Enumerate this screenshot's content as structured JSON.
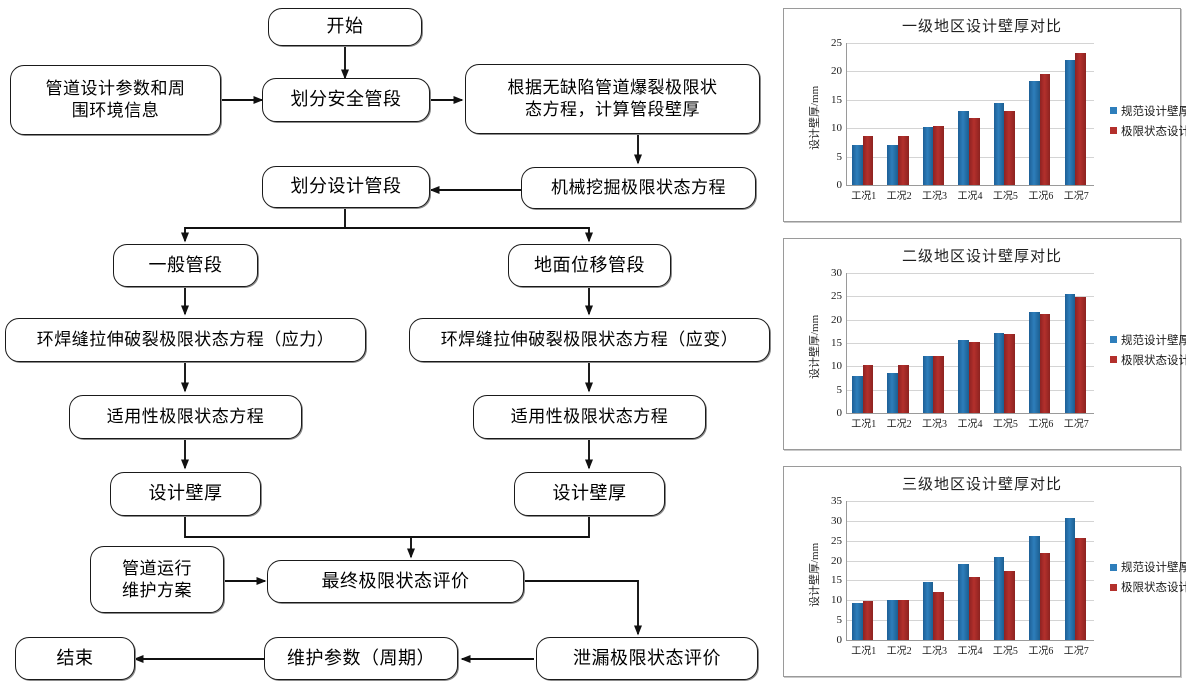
{
  "flowchart": {
    "nodes": [
      {
        "id": "start",
        "label": "开始"
      },
      {
        "id": "params",
        "label": "管道设计参数和周\n围环境信息"
      },
      {
        "id": "safe-seg",
        "label": "划分安全管段"
      },
      {
        "id": "burst-eq",
        "label": "根据无缺陷管道爆裂极限状\n态方程，计算管段壁厚"
      },
      {
        "id": "design-seg",
        "label": "划分设计管段"
      },
      {
        "id": "excavation-eq",
        "label": "机械挖掘极限状态方程"
      },
      {
        "id": "general-seg",
        "label": "一般管段"
      },
      {
        "id": "ground-disp-seg",
        "label": "地面位移管段"
      },
      {
        "id": "weld-stress-eq",
        "label": "环焊缝拉伸破裂极限状态方程（应力）"
      },
      {
        "id": "weld-strain-eq",
        "label": "环焊缝拉伸破裂极限状态方程（应变）"
      },
      {
        "id": "service-eq-left",
        "label": "适用性极限状态方程"
      },
      {
        "id": "service-eq-right",
        "label": "适用性极限状态方程"
      },
      {
        "id": "thickness-left",
        "label": "设计壁厚"
      },
      {
        "id": "thickness-right",
        "label": "设计壁厚"
      },
      {
        "id": "ops-plan",
        "label": "管道运行\n维护方案"
      },
      {
        "id": "final-eval",
        "label": "最终极限状态评价"
      },
      {
        "id": "leak-eval",
        "label": "泄漏极限状态评价"
      },
      {
        "id": "maint-params",
        "label": "维护参数（周期）"
      },
      {
        "id": "end",
        "label": "结束"
      }
    ]
  },
  "chart_data": [
    {
      "id": "chart-grade-1",
      "type": "bar",
      "title": "一级地区设计壁厚对比",
      "xlabel": "",
      "ylabel": "设计壁厚/mm",
      "categories": [
        "工况1",
        "工况2",
        "工况3",
        "工况4",
        "工况5",
        "工况6",
        "工况7"
      ],
      "ylim": [
        0,
        25
      ],
      "yticks": [
        0,
        5,
        10,
        15,
        20,
        25
      ],
      "grid": true,
      "legend_position": "right",
      "series": [
        {
          "name": "规范设计壁厚",
          "color": "#2e7ebb",
          "values": [
            7.1,
            7.1,
            10.2,
            13.1,
            14.5,
            18.3,
            22.0
          ]
        },
        {
          "name": "极限状态设计壁厚",
          "color": "#b3302c",
          "values": [
            8.6,
            8.7,
            10.4,
            11.8,
            13.1,
            19.5,
            23.2
          ]
        }
      ]
    },
    {
      "id": "chart-grade-2",
      "type": "bar",
      "title": "二级地区设计壁厚对比",
      "xlabel": "",
      "ylabel": "设计壁厚/mm",
      "categories": [
        "工况1",
        "工况2",
        "工况3",
        "工况4",
        "工况5",
        "工况6",
        "工况7"
      ],
      "ylim": [
        0,
        30
      ],
      "yticks": [
        0,
        5,
        10,
        15,
        20,
        25,
        30
      ],
      "grid": true,
      "legend_position": "right",
      "series": [
        {
          "name": "规范设计壁厚",
          "color": "#2e7ebb",
          "values": [
            7.9,
            8.6,
            12.2,
            15.7,
            17.2,
            21.6,
            25.5
          ]
        },
        {
          "name": "极限状态设计壁厚",
          "color": "#b3302c",
          "values": [
            10.2,
            10.2,
            12.2,
            15.3,
            16.9,
            21.3,
            24.8
          ]
        }
      ]
    },
    {
      "id": "chart-grade-3",
      "type": "bar",
      "title": "三级地区设计壁厚对比",
      "xlabel": "",
      "ylabel": "设计壁厚/mm",
      "categories": [
        "工况1",
        "工况2",
        "工况3",
        "工况4",
        "工况5",
        "工况6",
        "工况7"
      ],
      "ylim": [
        0,
        35
      ],
      "yticks": [
        0,
        5,
        10,
        15,
        20,
        25,
        30,
        35
      ],
      "grid": true,
      "legend_position": "right",
      "series": [
        {
          "name": "规范设计壁厚",
          "color": "#2e7ebb",
          "values": [
            9.3,
            10.0,
            14.5,
            19.1,
            20.9,
            26.2,
            30.8
          ]
        },
        {
          "name": "极限状态设计壁厚",
          "color": "#b3302c",
          "values": [
            9.9,
            10.0,
            12.1,
            15.9,
            17.5,
            21.9,
            25.6
          ]
        }
      ]
    }
  ]
}
